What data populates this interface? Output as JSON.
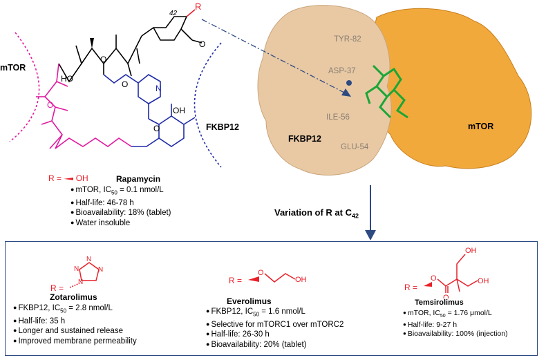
{
  "labels": {
    "mtor_left": "mTOR",
    "fkbp12_left": "FKBP12",
    "fkbp12_protein": "FKBP12",
    "mtor_protein": "mTOR",
    "variation_prefix": "Variation of R at C",
    "variation_sub": "42",
    "position_42": "42",
    "r_label": "R"
  },
  "residues": [
    "TYR-82",
    "ASP-37",
    "ILE-56",
    "GLU-54"
  ],
  "molecule": {
    "atoms": {
      "HO": "HO",
      "O": "O",
      "N": "N",
      "OH": "OH"
    }
  },
  "rapamycin": {
    "r_def": "R =",
    "r_group": "OH",
    "name": "Rapamycin",
    "props": [
      "mTOR, IC",
      "50",
      " = 0.1 nmol/L",
      "Half-life: 46-78 h",
      "Bioavailability: 18% (tablet)",
      "Water insoluble"
    ]
  },
  "zotarolimus": {
    "r_def": "R =",
    "ring_n": "N",
    "name": "Zotarolimus",
    "props_first_a": "FKBP12, IC",
    "props_first_sub": "50",
    "props_first_b": " = 2.8 nmol/L",
    "props": [
      "Half-life: 35 h",
      "Longer and sustained release",
      "Improved membrane permeability"
    ]
  },
  "everolimus": {
    "r_def": "R =",
    "o_atom": "O",
    "oh": "OH",
    "name": "Everolimus",
    "props_first_a": "FKBP12, IC",
    "props_first_sub": "50",
    "props_first_b": " = 1.6 nmol/L",
    "props": [
      "Selective for mTORC1 over mTORC2",
      "Half-life: 26-30 h",
      "Bioavailability: 20% (tablet)"
    ]
  },
  "temsirolimus": {
    "r_def": "R =",
    "o_atom": "O",
    "oh": "OH",
    "name": "Temsirolimus",
    "props_first_a": "mTOR, IC",
    "props_first_sub": "50",
    "props_first_b": " = 1.76 μmol/L",
    "props": [
      "Half-life: 9-27 h",
      "Bioavailability: 100% (injection)"
    ]
  },
  "colors": {
    "magenta": "#e0199f",
    "blue": "#1f2ba8",
    "red": "#e8202a",
    "fkbp_surface": "#e8c9a4",
    "mtor_surface": "#f2a93c",
    "ligand": "#1aa636",
    "arrow": "#2e4a82"
  }
}
